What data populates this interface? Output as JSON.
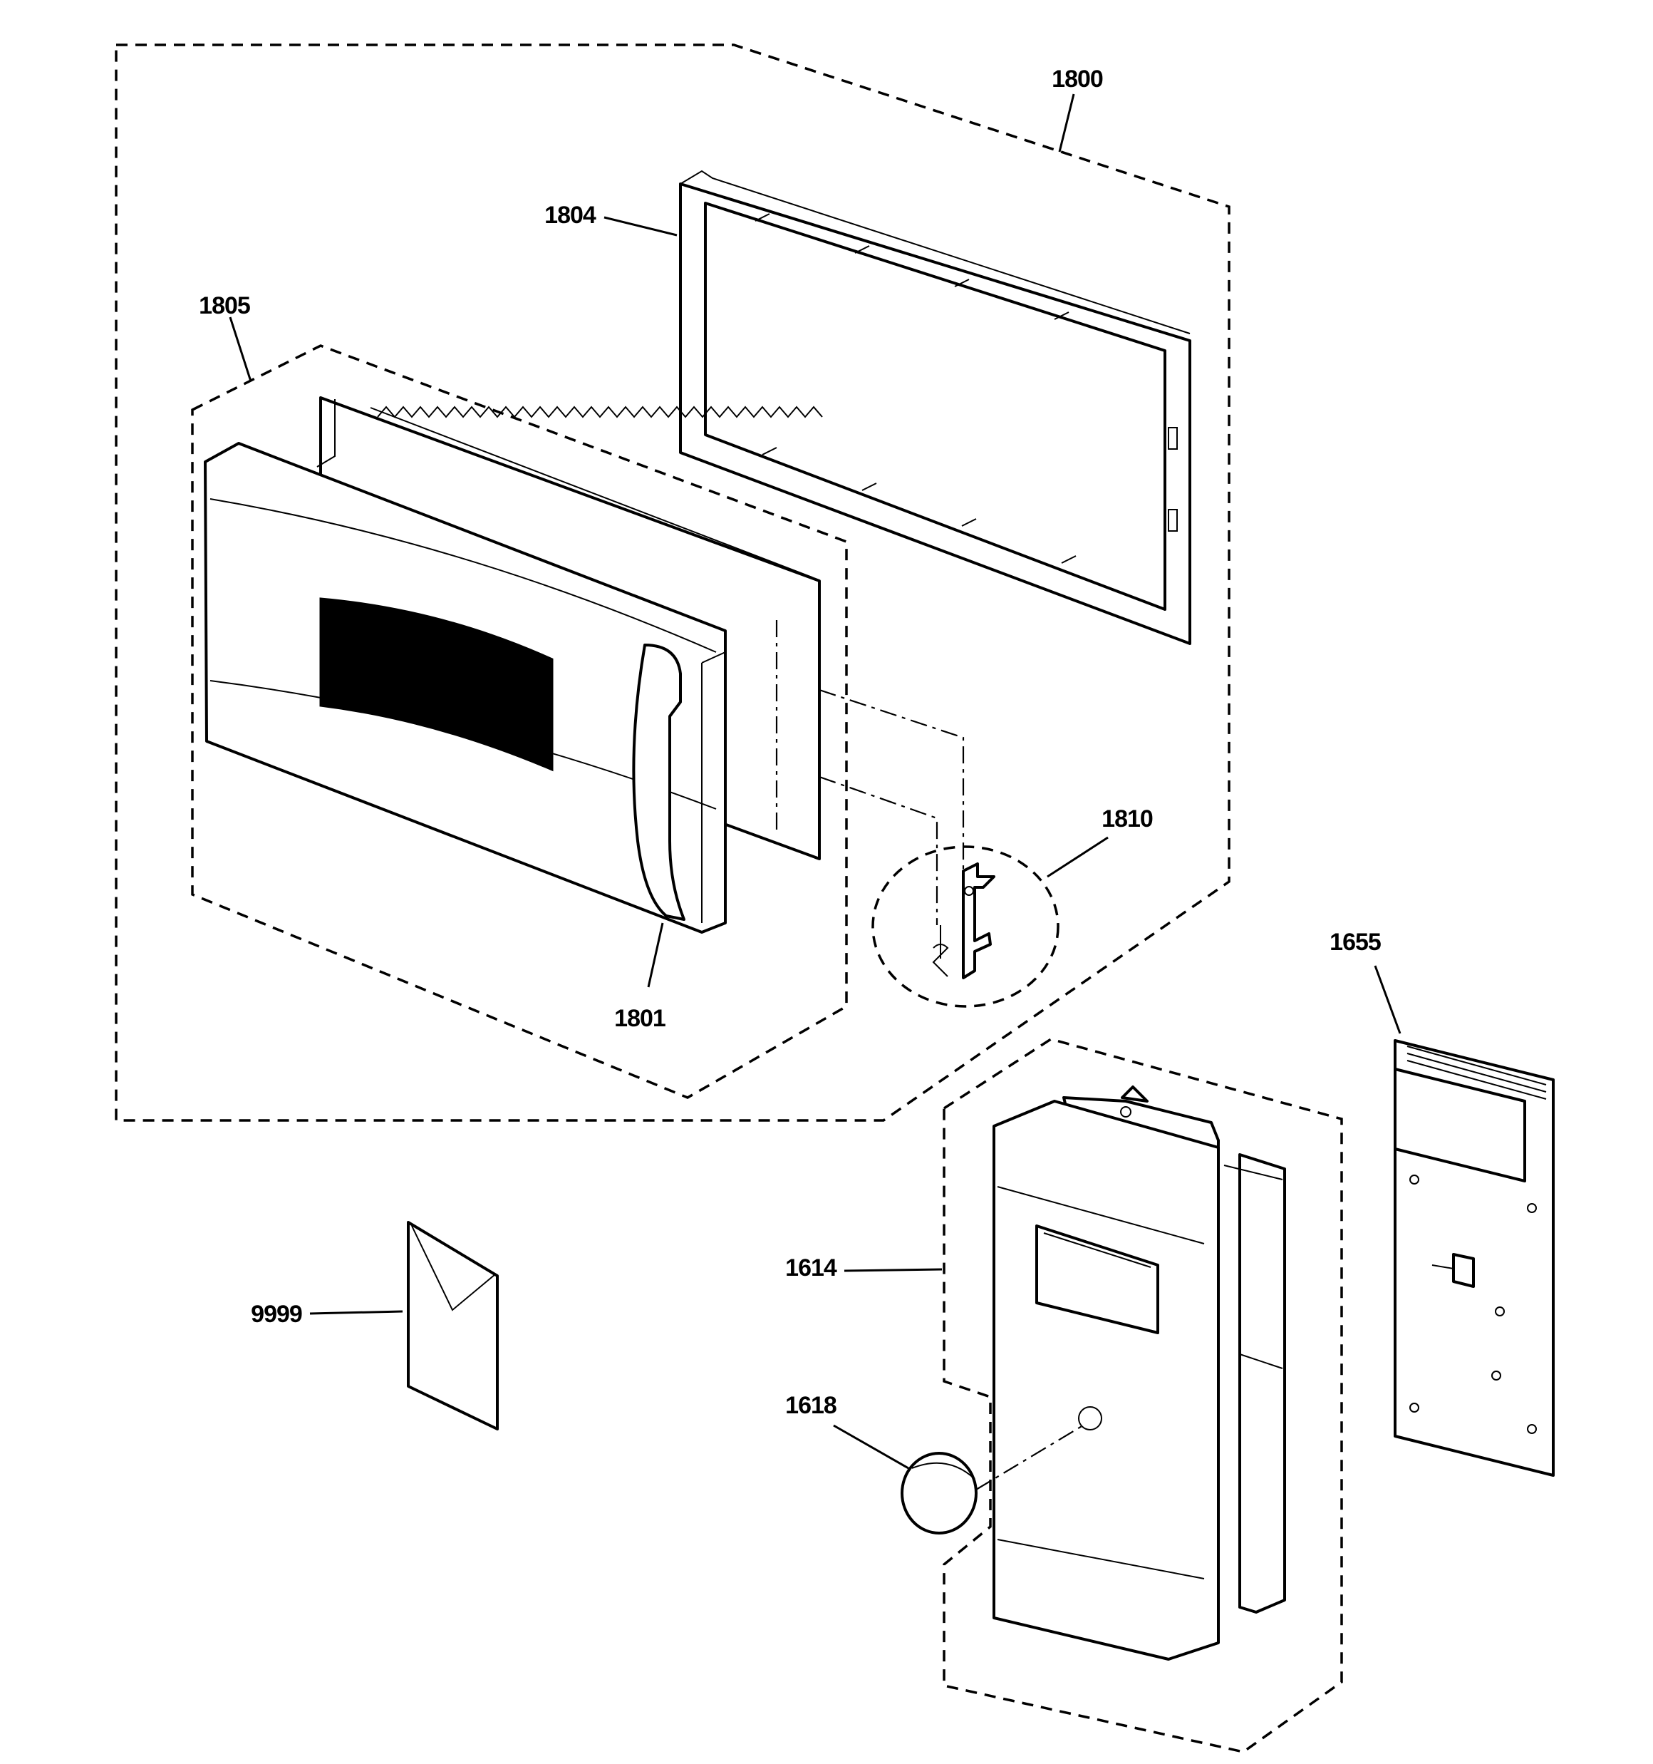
{
  "callouts": {
    "c1800": "1800",
    "c1804": "1804",
    "c1805": "1805",
    "c1801": "1801",
    "c1810": "1810",
    "c1655": "1655",
    "c1614": "1614",
    "c1618": "1618",
    "c9999": "9999"
  }
}
